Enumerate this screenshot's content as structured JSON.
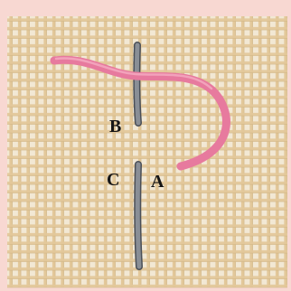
{
  "diagram": {
    "labels": {
      "a": "A",
      "b": "B",
      "c": "C"
    },
    "colors": {
      "border": "#f8d8d2",
      "canvas_bg": "#f2e8d4",
      "canvas_thread": "#e3c89a",
      "canvas_shadow": "#c9ad7c",
      "working_thread": "#e77a9e",
      "working_thread_highlight": "#f6b3c8",
      "stitch": "#8a8f96",
      "stitch_shadow": "#4a4f57",
      "label": "#151515"
    }
  }
}
